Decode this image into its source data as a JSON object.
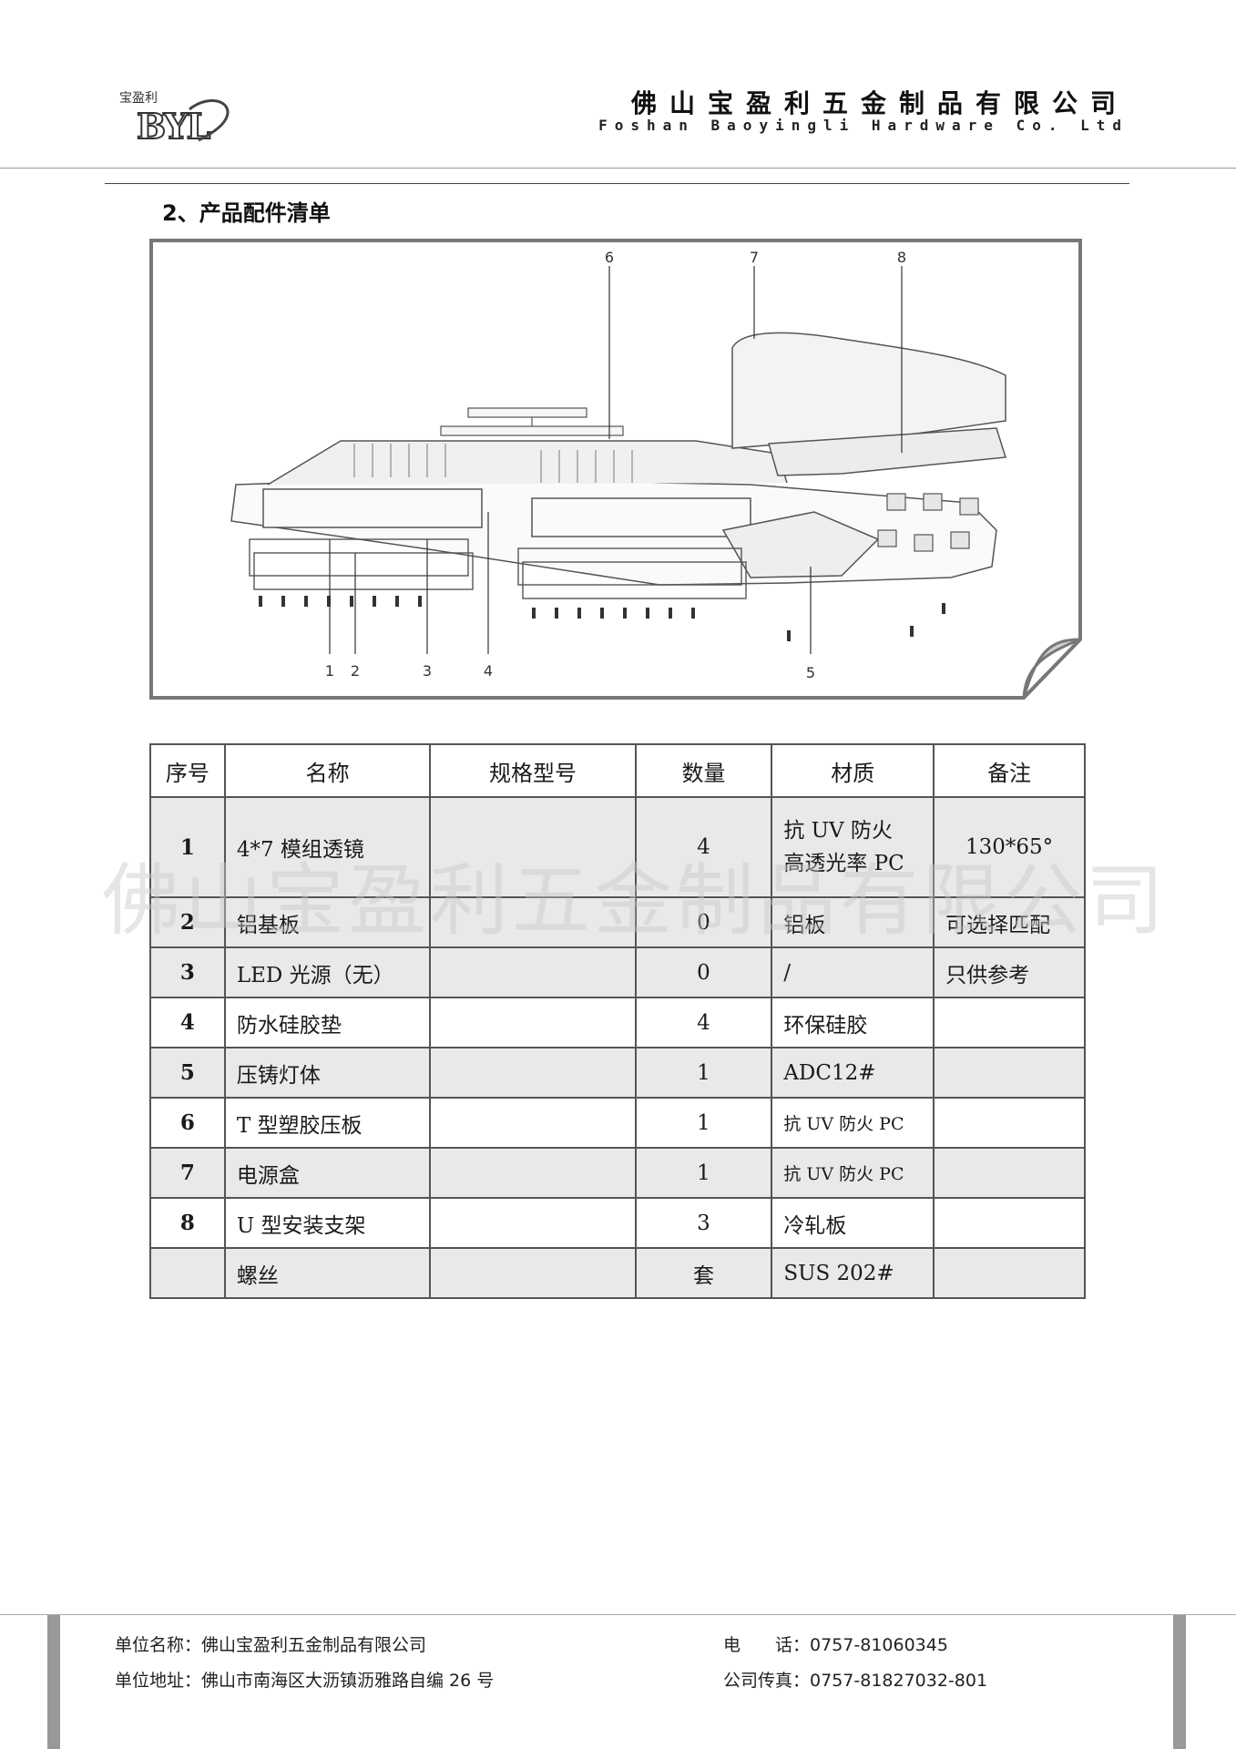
{
  "header": {
    "logo_text": "宝盈利",
    "logo_letters": "BYL",
    "company_cn": "佛山宝盈利五金制品有限公司",
    "company_en": "Foshan Baoyingli Hardware Co. Ltd"
  },
  "section_title": "2、产品配件清单",
  "diagram": {
    "callouts": [
      "1",
      "2",
      "3",
      "4",
      "5",
      "6",
      "7",
      "8"
    ]
  },
  "table": {
    "headers": [
      "序号",
      "名称",
      "规格型号",
      "数量",
      "材质",
      "备注"
    ],
    "rows": [
      {
        "no": "1",
        "name": "4*7 模组透镜",
        "spec": "",
        "qty": "4",
        "material_1": "抗 UV 防火",
        "material_2": "高透光率 PC",
        "note": "130*65°"
      },
      {
        "no": "2",
        "name": "铝基板",
        "spec": "",
        "qty": "0",
        "material": "铝板",
        "note": "可选择匹配"
      },
      {
        "no": "3",
        "name": "LED 光源（无）",
        "spec": "",
        "qty": "0",
        "material": "/",
        "note": "只供参考"
      },
      {
        "no": "4",
        "name": "防水硅胶垫",
        "spec": "",
        "qty": "4",
        "material": "环保硅胶",
        "note": ""
      },
      {
        "no": "5",
        "name": "压铸灯体",
        "spec": "",
        "qty": "1",
        "material": "ADC12#",
        "note": ""
      },
      {
        "no": "6",
        "name": "T 型塑胶压板",
        "spec": "",
        "qty": "1",
        "material": "抗 UV 防火 PC",
        "note": ""
      },
      {
        "no": "7",
        "name": "电源盒",
        "spec": "",
        "qty": "1",
        "material": "抗 UV 防火 PC",
        "note": ""
      },
      {
        "no": "8",
        "name": "U 型安装支架",
        "spec": "",
        "qty": "3",
        "material": "冷轧板",
        "note": ""
      },
      {
        "no": "",
        "name": "螺丝",
        "spec": "",
        "qty": "套",
        "material": "SUS 202#",
        "note": ""
      }
    ]
  },
  "watermark": "佛山宝盈利五金制品有限公司",
  "footer": {
    "name_label": "单位名称：",
    "name_value": "佛山宝盈利五金制品有限公司",
    "addr_label": "单位地址：",
    "addr_value": "佛山市南海区大沥镇沥雅路自编 26 号",
    "tel_label": "电　　话：",
    "tel_value": "0757-81060345",
    "fax_label": "公司传真：",
    "fax_value": "0757-81827032-801"
  }
}
